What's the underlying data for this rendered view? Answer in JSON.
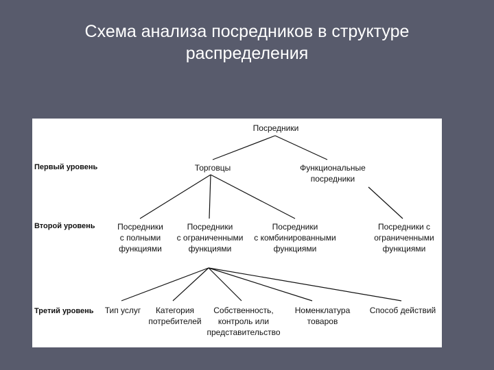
{
  "title": {
    "line1": "Схема анализа посредников в структуре",
    "line2": "распределения"
  },
  "levels": {
    "first": "Первый уровень",
    "second": "Второй уровень",
    "third": "Третий уровень"
  },
  "nodes": {
    "root": [
      "Посредники"
    ],
    "traders": [
      "Торговцы"
    ],
    "functional": [
      "Функциональные",
      "посредники"
    ],
    "full_function": [
      "Посредники",
      "с полными",
      "функциями"
    ],
    "limited_function": [
      "Посредники",
      "с ограниченными",
      "функциями"
    ],
    "combined_function": [
      "Посредники",
      "с комбинированными",
      "функциями"
    ],
    "functional_limited": [
      "Посредники с",
      "ограниченными",
      "функциями"
    ],
    "service_type": [
      "Тип услуг"
    ],
    "consumer_category": [
      "Категория",
      "потребителей"
    ],
    "ownership": [
      "Собственность,",
      "контроль или",
      "представительство"
    ],
    "product_range": [
      "Номенклатура",
      "товаров"
    ],
    "action_method": [
      "Способ действий"
    ]
  },
  "colors": {
    "background": "#585b6c",
    "title_text": "#ffffff",
    "diagram_bg": "#ffffff",
    "lines": "#111111"
  }
}
